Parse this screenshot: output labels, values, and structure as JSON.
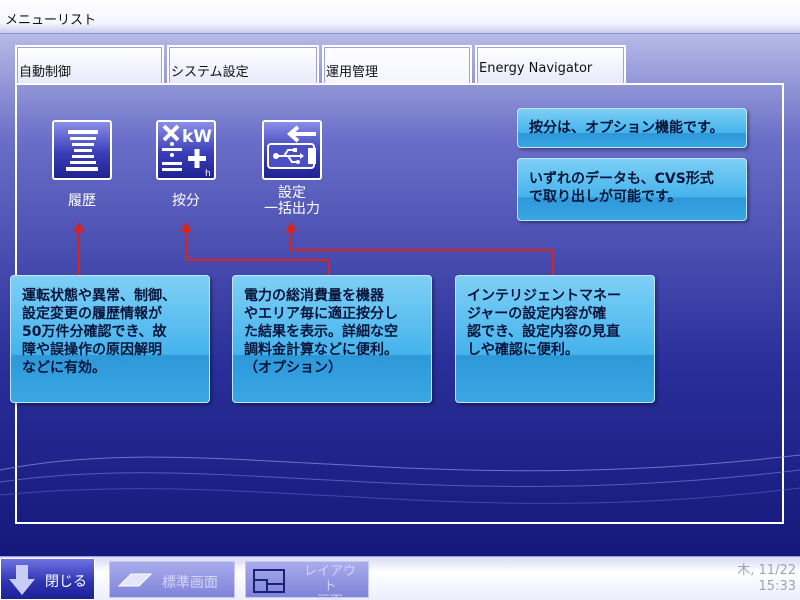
{
  "window": {
    "title": "メニューリスト"
  },
  "tabs": [
    {
      "label": "自動制御"
    },
    {
      "label": "システム設定"
    },
    {
      "label": "運用管理"
    },
    {
      "label": "Energy Navigator"
    }
  ],
  "active_tab": "運用管理",
  "menu_items": [
    {
      "label": "履歴",
      "icon": "history-icon"
    },
    {
      "label": "按分",
      "icon": "kw-distribution-icon"
    },
    {
      "label": "設定\n一括出力",
      "icon": "usb-export-icon"
    }
  ],
  "callouts": {
    "history": "運転状態や異常、制御、\n設定変更の履歴情報が\n50万件分確認でき、故\n障や誤操作の原因解明\nなどに有効。",
    "distribution": "電力の総消費量を機器\nやエリア毎に適正按分し\nた結果を表示。詳細な空\n調料金計算などに便利。\n（オプション）",
    "export": "インテリジェントマネー\nジャーの設定内容が確\n認でき、設定内容の見直\nしや確認に便利。",
    "note_option": "按分は、オプション機能です。",
    "note_csv": "いずれのデータも、CVS形式\nで取り出しが可能です。"
  },
  "footer": {
    "close_label": "閉じる",
    "standard_screen_label": "標準画面",
    "layout_screen_label": "レイアウト\n画面",
    "date": "木, 11/22",
    "time": "15:33"
  },
  "colors": {
    "arrow": "#d8241c",
    "callout": "#45b3ec",
    "background_dark": "#14187a"
  }
}
